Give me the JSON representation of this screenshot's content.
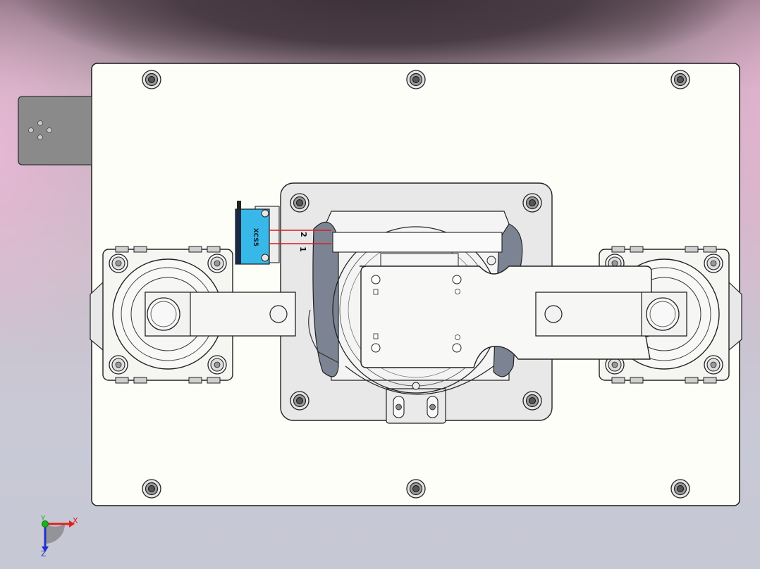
{
  "app": {
    "view": "cad-3d-viewport"
  },
  "model": {
    "switch_label": "XCS5",
    "terminal_labels": [
      "2",
      "1"
    ]
  },
  "triad": {
    "x_label": "X",
    "y_label": "Y",
    "z_label": "Z",
    "colors": {
      "x": "#e0201c",
      "y": "#1cb01c",
      "z": "#2030c8"
    }
  },
  "colors": {
    "plate": "#fefef8",
    "subplate": "#e8e8e8",
    "tab": "#8a8a8a",
    "switch_body": "#38b8e8",
    "wire": "#e01818",
    "outline": "#202020"
  }
}
